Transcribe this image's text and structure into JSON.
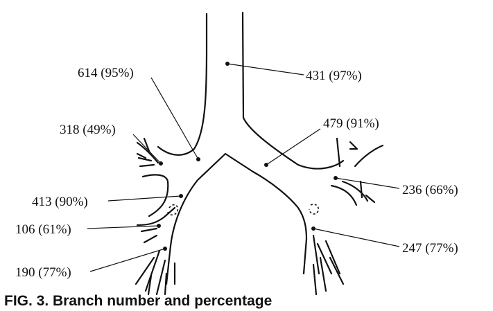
{
  "figure": {
    "caption": "FIG. 3.   Branch  number  and  percentage"
  },
  "labels": [
    {
      "id": "trachea",
      "text": "431 (97%)"
    },
    {
      "id": "right-main-bronchus",
      "text": "614 (95%)"
    },
    {
      "id": "left-main-bronchus",
      "text": "479 (91%)"
    },
    {
      "id": "right-upper-lobe",
      "text": "318 (49%)"
    },
    {
      "id": "bronchus-intermedius",
      "text": "413 (90%)"
    },
    {
      "id": "right-middle-lobe",
      "text": "106 (61%)"
    },
    {
      "id": "right-lower-lobe",
      "text": "190 (77%)"
    },
    {
      "id": "left-upper-lobe",
      "text": "236 (66%)"
    },
    {
      "id": "left-lower-lobe",
      "text": "247 (77%)"
    }
  ]
}
